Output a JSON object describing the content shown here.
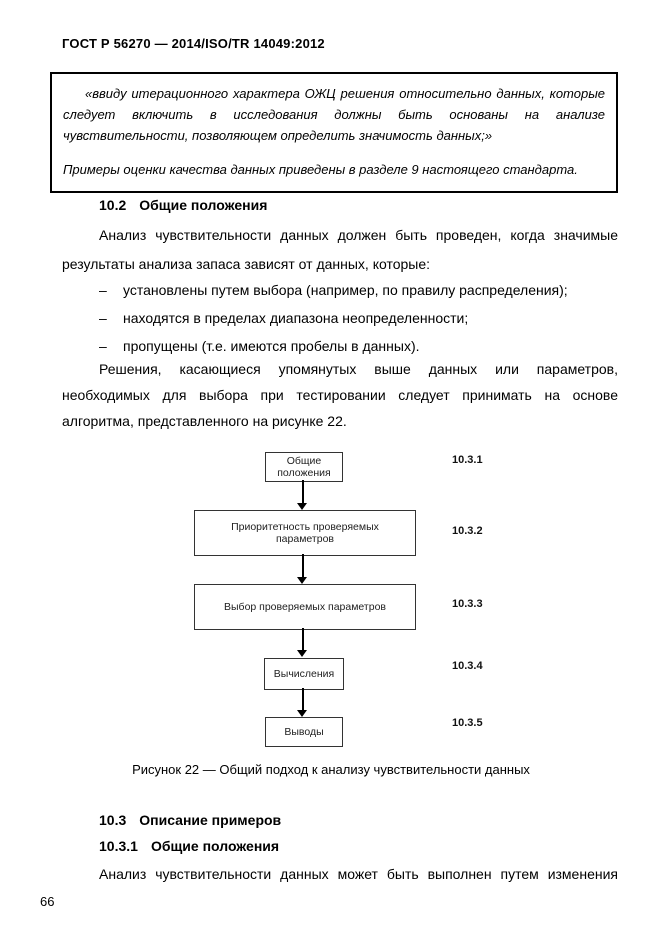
{
  "header": "ГОСТ Р 56270 — 2014/ISO/TR 14049:2012",
  "page_number": "66",
  "quote_box": {
    "p1_lines": [
      "«ввиду итерационного характера ОЖЦ решения относительно данных, которые",
      "следует включить в исследования должны быть основаны на анализе",
      "чувствительности, позволяющем определить значимость данных;»"
    ],
    "p2": "Примеры оценки качества данных приведены в разделе 9 настоящего стандарта."
  },
  "section_10_2": {
    "number": "10.2",
    "title": "Общие положения",
    "p1_lines": [
      "Анализ чувствительности данных должен быть проведен, когда значимые",
      "результаты анализа запаса зависят от данных, которые:"
    ],
    "list_marker": "–",
    "list": [
      "установлены путем выбора (например, по правилу распределения);",
      "находятся в пределах диапазона неопределенности;",
      "пропущены (т.е. имеются пробелы в данных)."
    ],
    "p2_lines": [
      "Решения, касающиеся упомянутых выше данных или параметров,",
      "необходимых для выбора при тестировании следует принимать на основе",
      "алгоритма, представленного на рисунке 22."
    ]
  },
  "figure": {
    "caption": "Рисунок 22 — Общий подход к анализу чувствительности данных",
    "nodes": [
      {
        "label": "Общие положения",
        "ref": "10.3.1"
      },
      {
        "label": "Приоритетность проверяемых параметров",
        "ref": "10.3.2"
      },
      {
        "label": "Выбор проверяемых параметров",
        "ref": "10.3.3"
      },
      {
        "label": "Вычисления",
        "ref": "10.3.4"
      },
      {
        "label": "Выводы",
        "ref": "10.3.5"
      }
    ]
  },
  "section_10_3": {
    "number": "10.3",
    "title": "Описание примеров"
  },
  "section_10_3_1": {
    "number": "10.3.1",
    "title": "Общие положения",
    "p1": "Анализ чувствительности данных может быть выполнен путем изменения"
  }
}
